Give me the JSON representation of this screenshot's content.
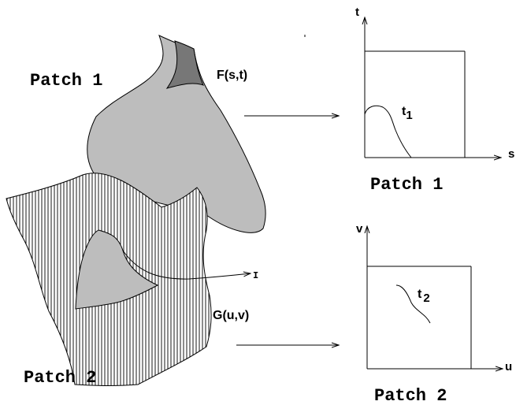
{
  "labels": {
    "patch1_left": "Patch 1",
    "patch2_left": "Patch 2",
    "patch1_right": "Patch 1",
    "patch2_right": "Patch 2",
    "f_st": "F(s,t)",
    "g_uv": "G(u,v)",
    "intersection": "I"
  },
  "plot1": {
    "y_axis": "t",
    "x_axis": "s",
    "curve_base": "t",
    "curve_sub": "1"
  },
  "plot2": {
    "y_axis": "v",
    "x_axis": "u",
    "curve_base": "t",
    "curve_sub": "2"
  },
  "colors": {
    "patch_gray": "#bdbdbd",
    "dark_fold": "#777777",
    "line": "#000000",
    "background": "#ffffff"
  }
}
